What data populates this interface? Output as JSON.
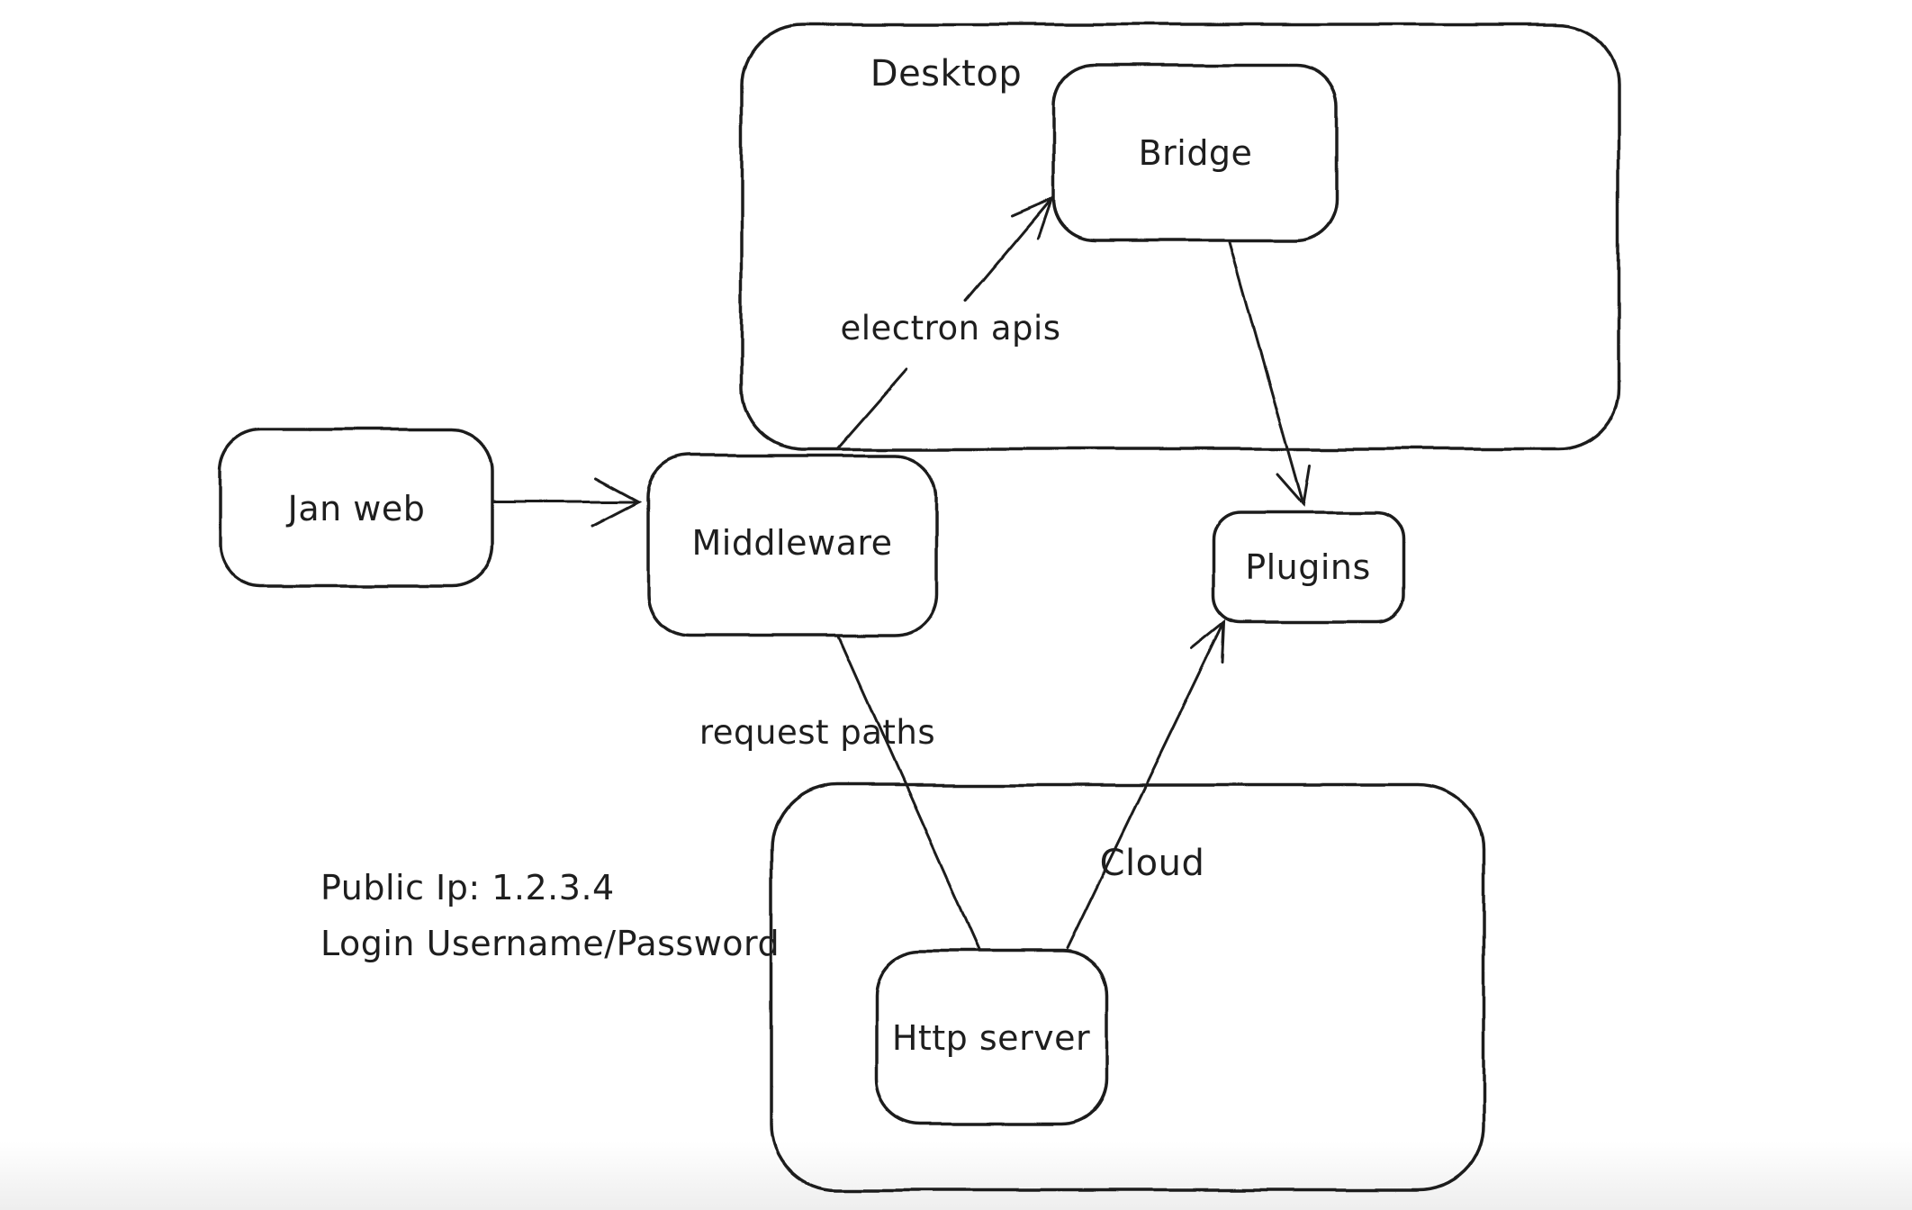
{
  "canvas": {
    "background": "#ffffff",
    "stroke_color": "#1e1e1e",
    "text_color": "#1e1e1e"
  },
  "diagram": {
    "containers": [
      {
        "id": "desktop",
        "label": "Desktop"
      },
      {
        "id": "cloud",
        "label": "Cloud"
      }
    ],
    "nodes": [
      {
        "id": "jan-web",
        "label": "Jan web"
      },
      {
        "id": "bridge",
        "label": "Bridge"
      },
      {
        "id": "middleware",
        "label": "Middleware"
      },
      {
        "id": "plugins",
        "label": "Plugins"
      },
      {
        "id": "http-server",
        "label": "Http server"
      }
    ],
    "edges": [
      {
        "id": "jan-web-to-middleware",
        "from": "Jan web",
        "to": "Middleware"
      },
      {
        "id": "middleware-to-bridge",
        "from": "Middleware",
        "to": "Bridge",
        "label": "electron apis"
      },
      {
        "id": "bridge-to-plugins",
        "from": "Bridge",
        "to": "Plugins"
      },
      {
        "id": "middleware-to-http-server",
        "from": "Middleware",
        "to": "Http server",
        "label": "request paths"
      },
      {
        "id": "http-server-to-plugins",
        "from": "Http server",
        "to": "Plugins"
      }
    ],
    "note": {
      "lines": [
        "Public Ip: 1.2.3.4",
        "Login Username/Password"
      ]
    }
  }
}
